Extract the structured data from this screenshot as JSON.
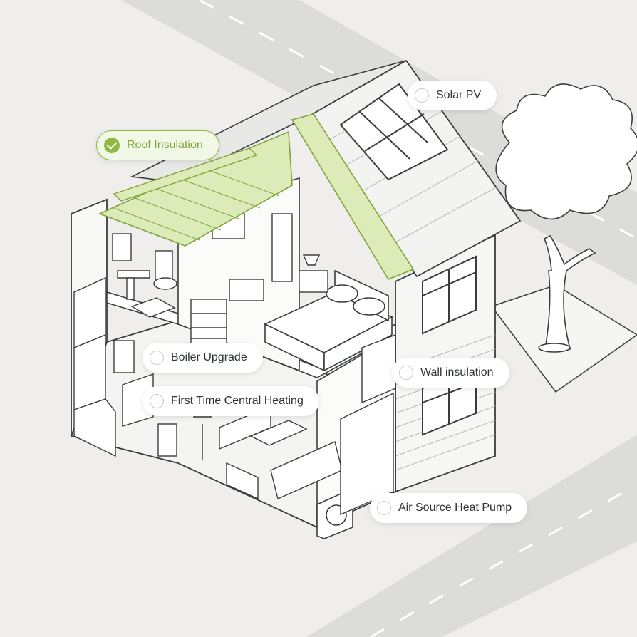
{
  "colors": {
    "background": "#efeeec",
    "road": "#dcdcda",
    "line": "#3a3d3e",
    "accent_green": "#8db842",
    "accent_fill": "#dcebb7",
    "pill_bg": "#ffffff"
  },
  "options": [
    {
      "id": "roof-insulation",
      "label": "Roof Insulation",
      "selected": true
    },
    {
      "id": "solar-pv",
      "label": "Solar PV",
      "selected": false
    },
    {
      "id": "boiler-upgrade",
      "label": "Boiler Upgrade",
      "selected": false
    },
    {
      "id": "first-time-central-heating",
      "label": "First Time Central Heating",
      "selected": false
    },
    {
      "id": "wall-insulation",
      "label": "Wall insulation",
      "selected": false
    },
    {
      "id": "air-source-heat-pump",
      "label": "Air Source Heat Pump",
      "selected": false
    }
  ]
}
